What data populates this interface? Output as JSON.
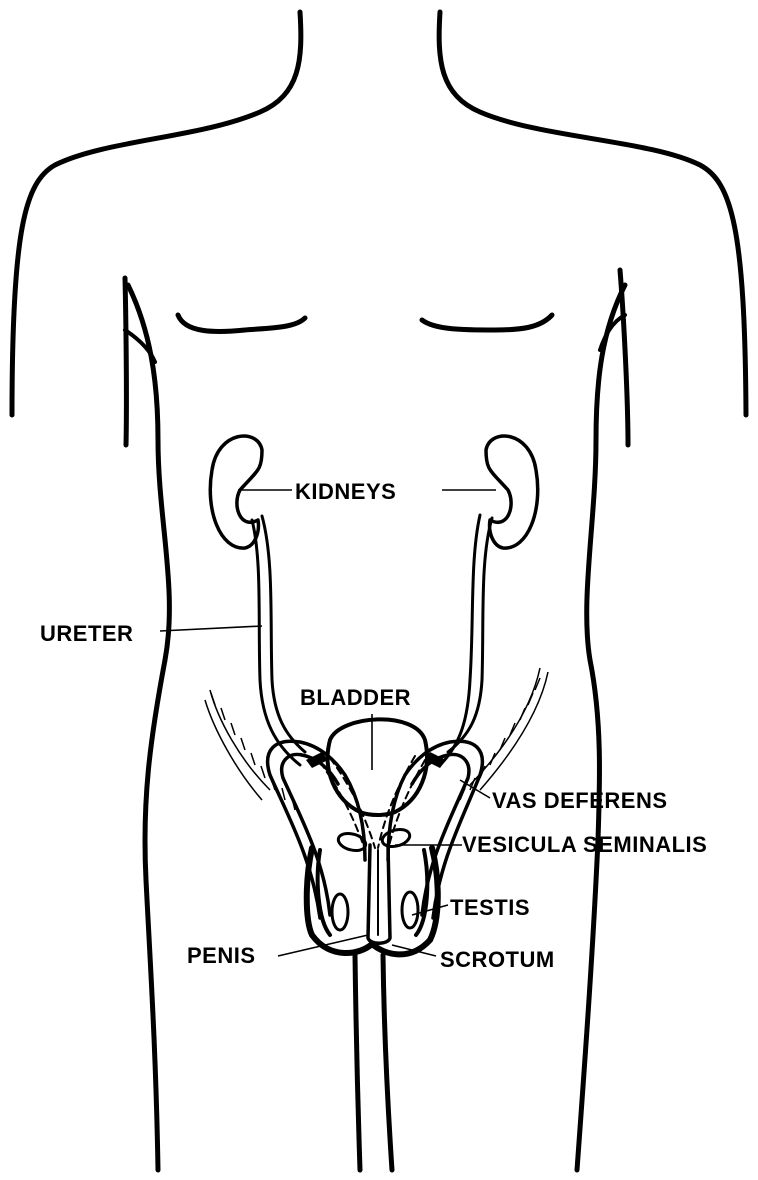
{
  "labels": {
    "kidneys": "KIDNEYS",
    "ureter": "URETER",
    "bladder": "BLADDER",
    "vas_deferens": "VAS DEFERENS",
    "vesicula_seminalis": "VESICULA SEMINALIS",
    "testis": "TESTIS",
    "penis": "PENIS",
    "scrotum": "SCROTUM"
  }
}
